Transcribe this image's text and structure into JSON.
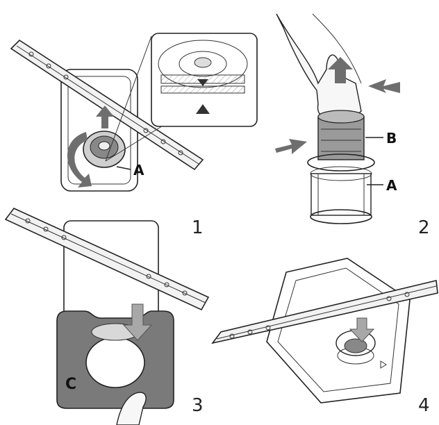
{
  "panels": [
    {
      "step": "1",
      "callouts": [
        "A"
      ]
    },
    {
      "step": "2",
      "callouts": [
        "B",
        "A"
      ]
    },
    {
      "step": "3",
      "callouts": [
        "C"
      ]
    },
    {
      "step": "4",
      "callouts": []
    }
  ],
  "colors": {
    "arrow": "#6e6e6e",
    "cover": "#7a7a7a",
    "outline": "#222222"
  }
}
